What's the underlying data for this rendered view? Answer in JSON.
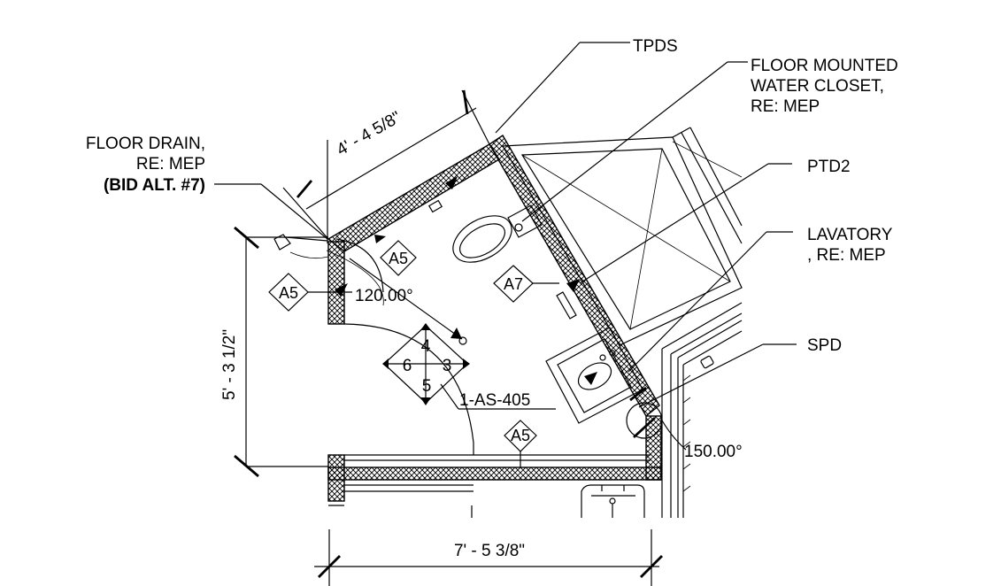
{
  "labels": {
    "tpds": "TPDS",
    "water_closet_1": "FLOOR MOUNTED",
    "water_closet_2": "WATER CLOSET,",
    "water_closet_3": "RE: MEP",
    "ptd2": "PTD2",
    "lavatory_1": "LAVATORY",
    "lavatory_2": ", RE: MEP",
    "spd": "SPD",
    "floor_drain_1": "FLOOR DRAIN,",
    "floor_drain_2": "RE: MEP",
    "bid_alt": "(BID ALT. #7)"
  },
  "dimensions": {
    "top_wall": "4' - 4 5/8\"",
    "left_height": "5' - 3 1/2\"",
    "bottom_width": "7' - 5 3/8\"",
    "angle_left": "120.00°",
    "angle_right": "150.00°"
  },
  "tags": {
    "a5_upper": "A5",
    "a5_left": "A5",
    "a7": "A7",
    "a5_bottom": "A5"
  },
  "elevation_marker": {
    "top": "4",
    "left": "6",
    "right": "3",
    "bottom": "5",
    "reference": "1-AS-405"
  }
}
